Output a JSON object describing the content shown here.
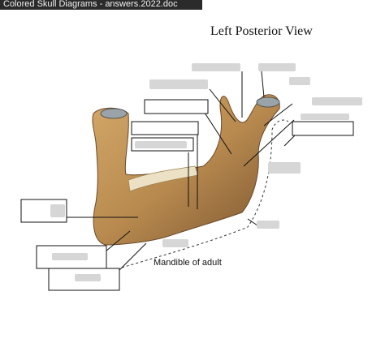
{
  "window": {
    "title": "Colored Skull Diagrams - answers.2022.doc"
  },
  "figure": {
    "title": "Left Posterior View",
    "caption": "Mandible of adult",
    "bone_color": "#b88a4f",
    "line_color": "#111111"
  },
  "label_boxes": [
    {
      "id": "box-1",
      "filled": false
    },
    {
      "id": "box-2",
      "filled": false
    },
    {
      "id": "box-3",
      "filled": false
    },
    {
      "id": "box-4",
      "filled": false
    },
    {
      "id": "box-5",
      "filled": false
    },
    {
      "id": "box-6",
      "filled": false
    },
    {
      "id": "box-7",
      "filled": false
    },
    {
      "id": "box-8",
      "filled": false
    },
    {
      "id": "box-9",
      "filled": false
    }
  ]
}
